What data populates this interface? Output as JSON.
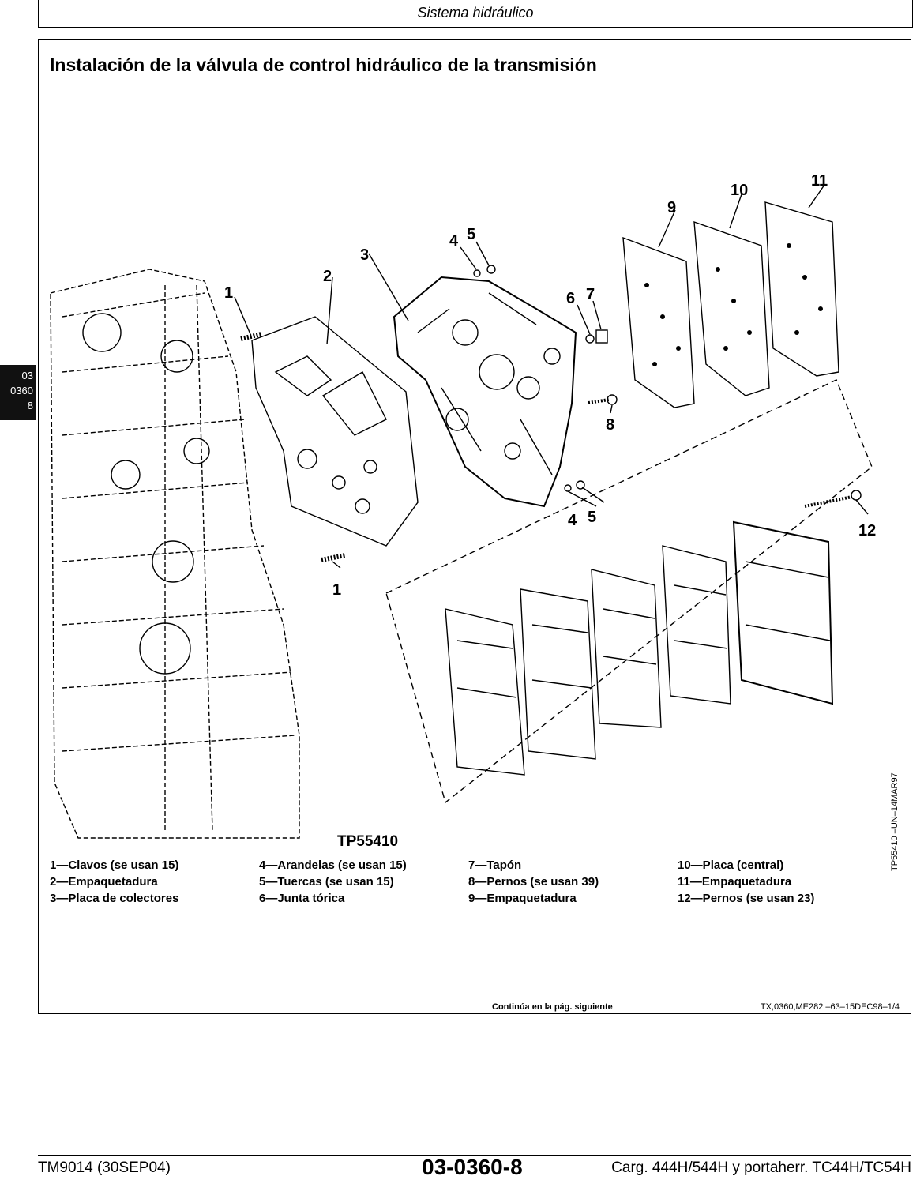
{
  "header": {
    "section": "Sistema hidráulico"
  },
  "side_tab": {
    "line1": "03",
    "line2": "0360",
    "line3": "8"
  },
  "title": "Instalación de la válvula de control hidráulico de la transmisión",
  "figure": {
    "code": "TP55410",
    "side_ref": "TP55410    –UN–14MAR97",
    "callouts": [
      "1",
      "2",
      "3",
      "4",
      "5",
      "6",
      "7",
      "8",
      "9",
      "10",
      "11",
      "12"
    ]
  },
  "legend": [
    [
      "1—Clavos (se usan 15)",
      "2—Empaquetadura",
      "3—Placa de colectores"
    ],
    [
      "4—Arandelas (se usan 15)",
      "5—Tuercas (se usan 15)",
      "6—Junta tórica"
    ],
    [
      "7—Tapón",
      "8—Pernos (se usan 39)",
      "9—Empaquetadura"
    ],
    [
      "10—Placa (central)",
      "11—Empaquetadura",
      "12—Pernos (se usan 23)"
    ]
  ],
  "continue_text": "Continúa en la pág. siguiente",
  "doc_ref": "TX,0360,ME282    –63–15DEC98–1/4",
  "footer": {
    "left": "TM9014 (30SEP04)",
    "center": "03-0360-8",
    "right": "Carg. 444H/544H y portaherr. TC44H/TC54H"
  }
}
